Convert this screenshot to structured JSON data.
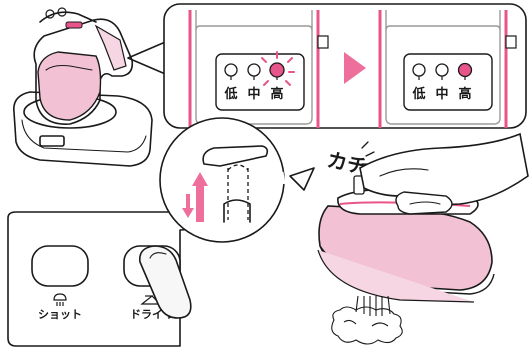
{
  "colors": {
    "accent_pink": "#e8558a",
    "light_pink": "#f6d6e2",
    "body_pink": "#f2c2d4",
    "arrow_pink": "#ee6f9c",
    "panel_gray": "#9a9a9a",
    "ink": "#1a1a1a"
  },
  "indicator_panel": {
    "before": {
      "low": "低",
      "mid": "中",
      "high": "高"
    },
    "after": {
      "low": "低",
      "mid": "中",
      "high": "高"
    }
  },
  "sound_label": "カチッ",
  "buttons": {
    "shot": "ショット",
    "dry": "ドライ ス"
  },
  "icons": [
    "iron-on-stand-illustration",
    "blinking-lamp-icon",
    "next-arrow-icon",
    "finger-press-icon",
    "up-down-arrows-icon",
    "steam-icon",
    "iron-icon"
  ]
}
